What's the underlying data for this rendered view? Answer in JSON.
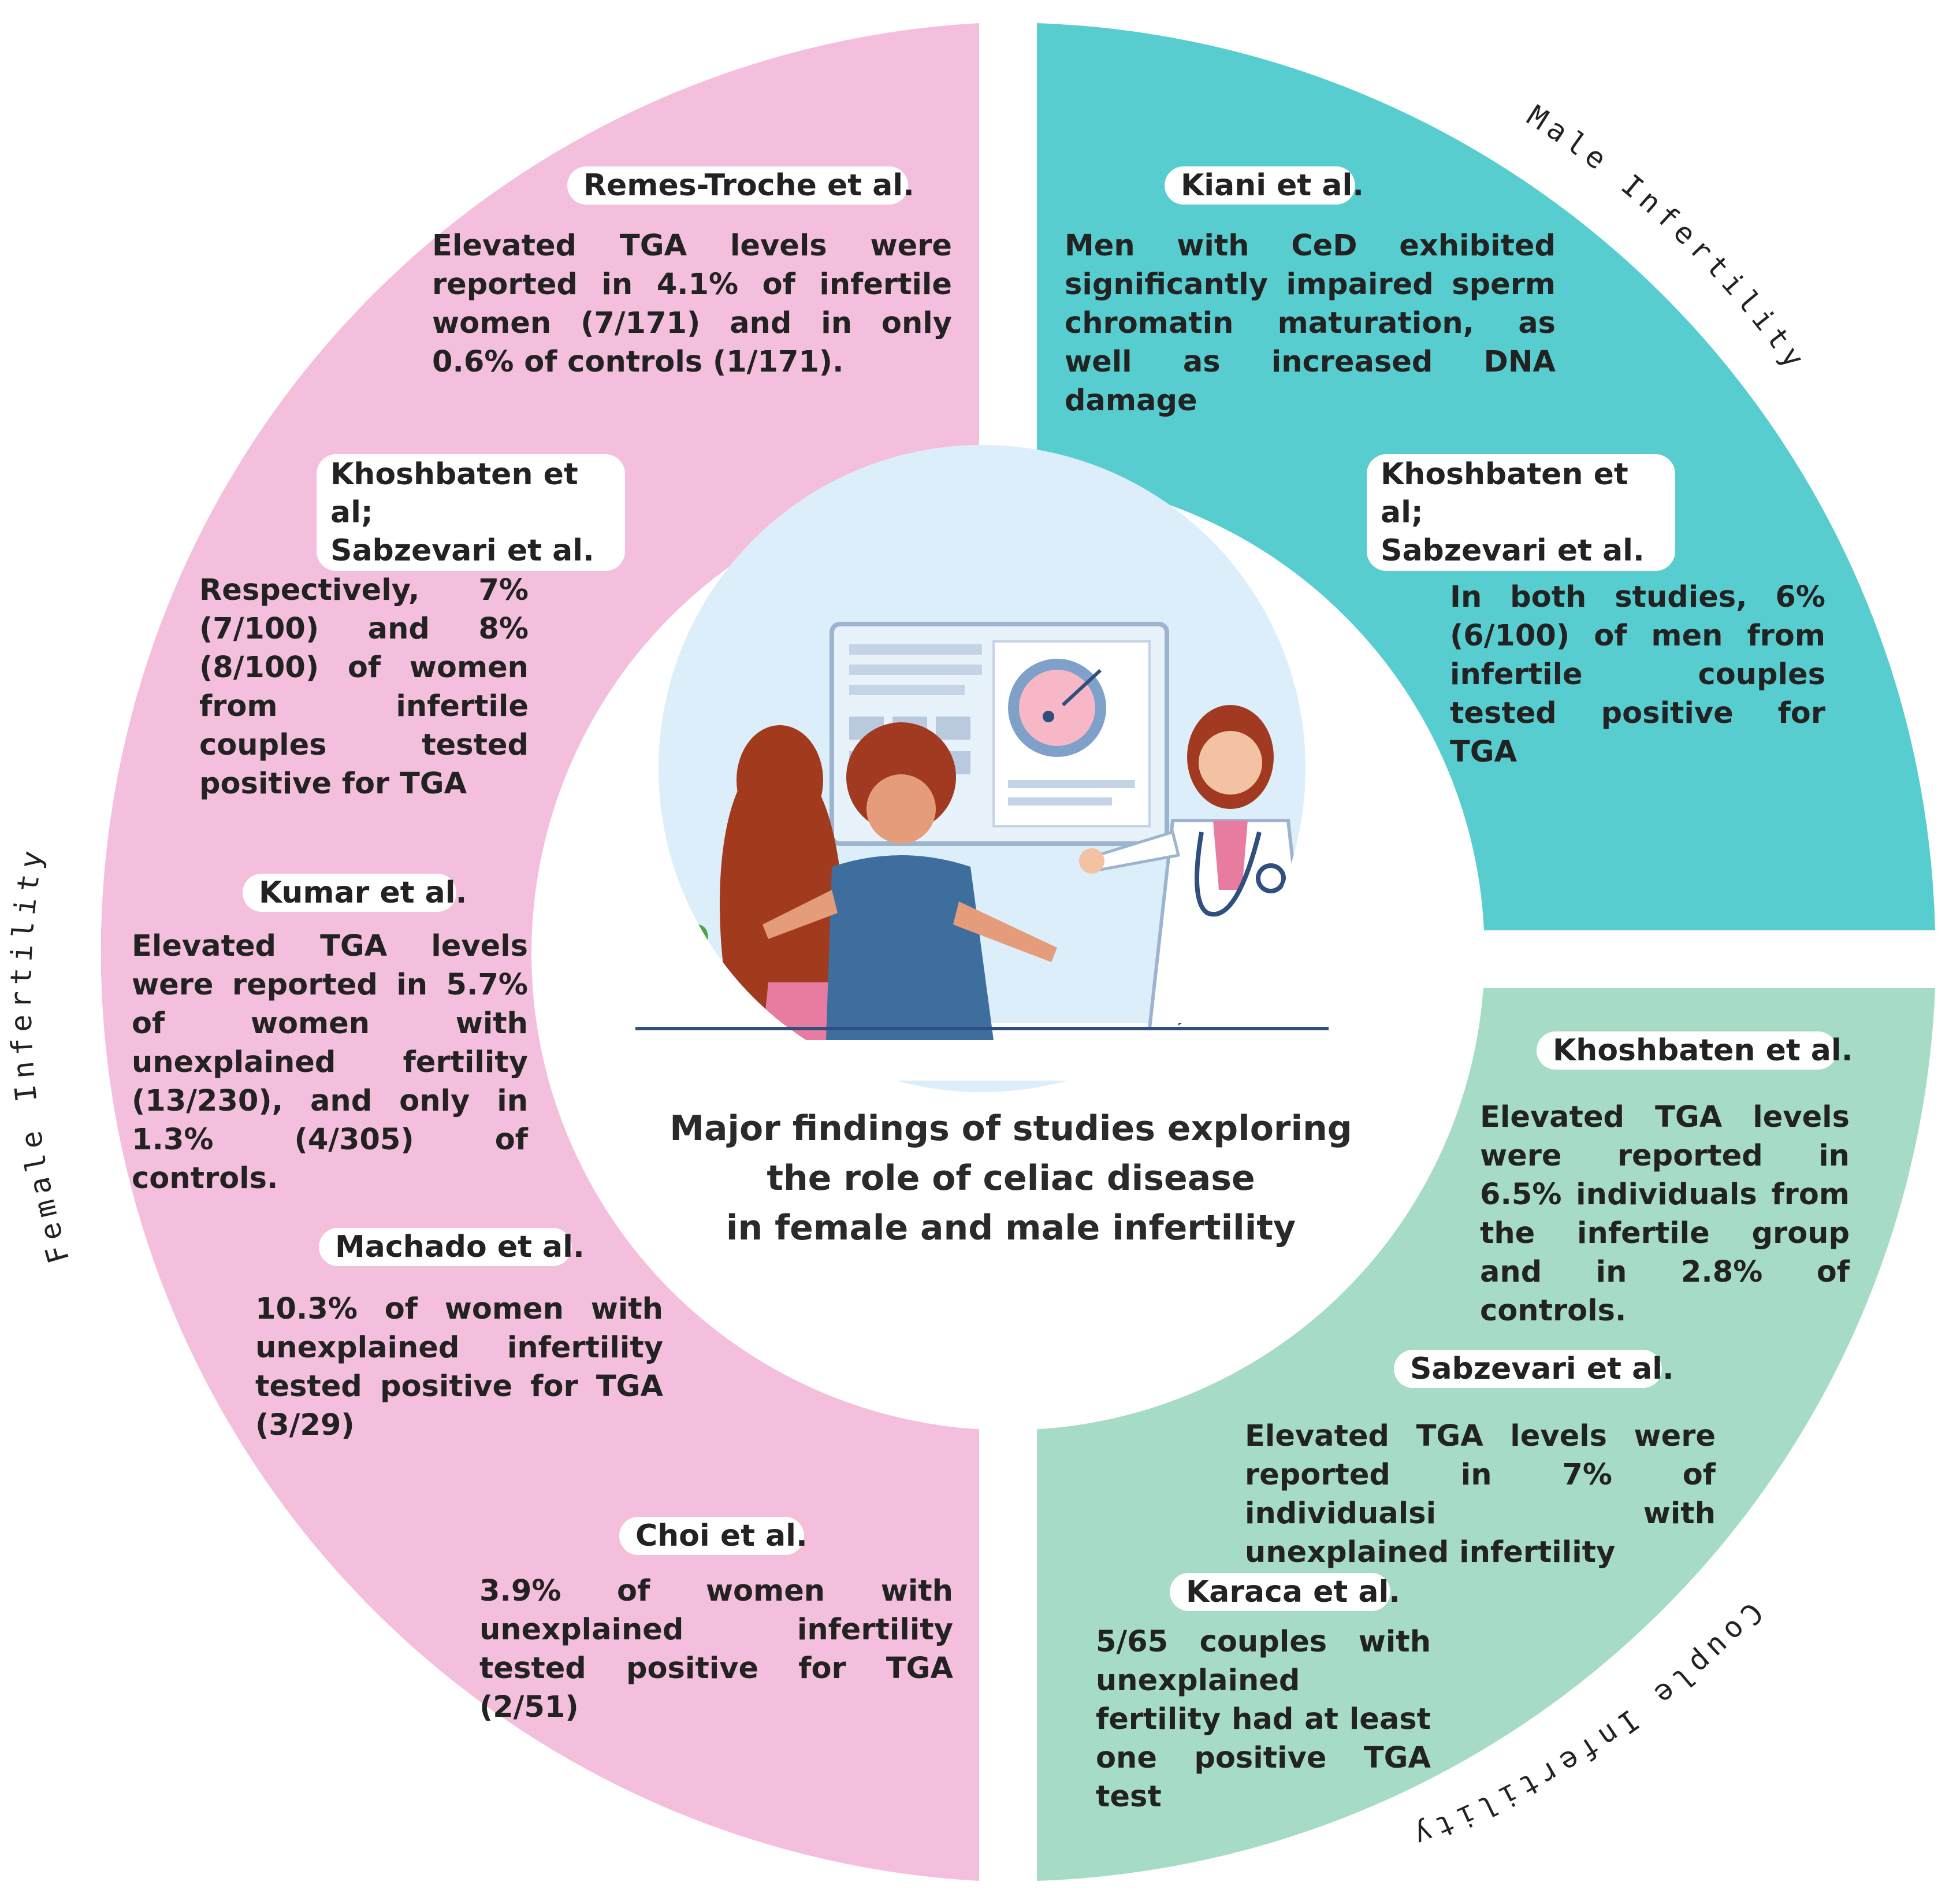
{
  "center_title": [
    "Major findings of studies exploring",
    "the role of celiac disease",
    "in female and male infertility"
  ],
  "arc_labels": {
    "female": "Female Infertility",
    "male": "Male Infertility",
    "couple": "Couple Infertility"
  },
  "colors": {
    "female": "#f4bfdd",
    "male": "#58cdd0",
    "couple": "#a6dcc6",
    "center": "#ffffff"
  },
  "female": [
    {
      "author": "Remes-Troche et al.",
      "text": "Elevated TGA levels were reported in 4.1% of infertile women (7/171) and in only 0.6% of controls (1/171)."
    },
    {
      "author": "Khoshbaten et al; Sabzevari et al.",
      "author_lines": [
        "Khoshbaten et al;",
        "Sabzevari et al."
      ],
      "text": "Respectively, 7% (7/100) and 8% (8/100) of women from infertile couples tested positive for TGA"
    },
    {
      "author": "Kumar et al.",
      "text": "Elevated TGA levels were reported in 5.7% of women with unexplained fertility (13/230), and only in 1.3% (4/305) of controls."
    },
    {
      "author": "Machado et al.",
      "text": "10.3% of women with unexplained infertility tested positive for TGA (3/29)"
    },
    {
      "author": "Choi et al.",
      "text": "3.9% of women with unexplained infertility tested positive for TGA (2/51)"
    }
  ],
  "male": [
    {
      "author": "Kiani et al.",
      "text": "Men with CeD exhibited significantly impaired sperm chromatin maturation, as well as increased DNA damage"
    },
    {
      "author": "Khoshbaten et al; Sabzevari et al.",
      "author_lines": [
        "Khoshbaten et al;",
        "Sabzevari et al."
      ],
      "text": "In both studies, 6% (6/100) of men from infertile couples tested positive for TGA"
    }
  ],
  "couple": [
    {
      "author": "Khoshbaten et al.",
      "text": "Elevated TGA levels were reported in 6.5% individuals from the infertile group and in 2.8% of controls."
    },
    {
      "author": "Sabzevari et al.",
      "text": "Elevated TGA levels were reported in 7% of individualsi with unexplained infertility"
    },
    {
      "author": "Karaca et al.",
      "text": "5/65 couples with unexplained fertility had at least one positive TGA test"
    }
  ]
}
